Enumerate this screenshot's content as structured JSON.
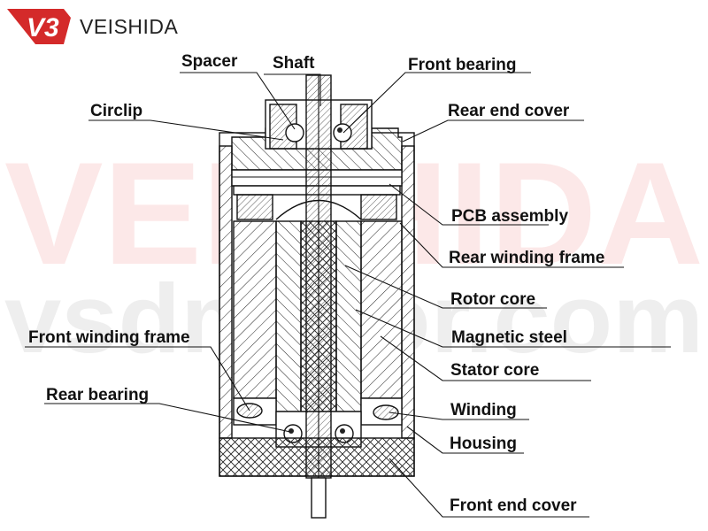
{
  "brand": {
    "logo_text": "V3",
    "name": "VEISHIDA",
    "accent_color": "#d42a2a"
  },
  "watermark": {
    "line1": "VEISHIDA",
    "line2": "vsdmotor.com"
  },
  "labels": {
    "spacer": "Spacer",
    "shaft": "Shaft",
    "front_bearing": "Front bearing",
    "circlip": "Circlip",
    "rear_end_cover": "Rear end cover",
    "pcb_assembly": "PCB assembly",
    "rear_winding_frame": "Rear winding frame",
    "rotor_core": "Rotor core",
    "front_winding_frame": "Front winding frame",
    "magnetic_steel": "Magnetic steel",
    "stator_core": "Stator core",
    "rear_bearing": "Rear bearing",
    "winding": "Winding",
    "housing": "Housing",
    "front_end_cover": "Front end cover"
  }
}
